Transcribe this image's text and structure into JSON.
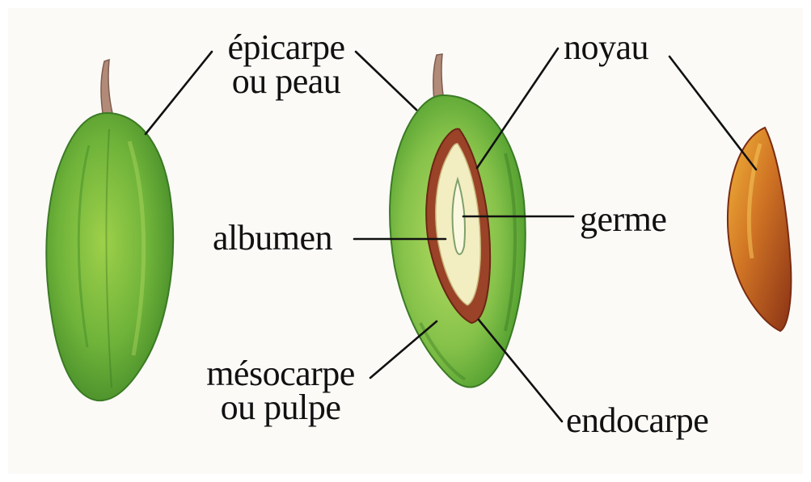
{
  "colors": {
    "background": "#fbfaf7",
    "fruit_green": "#4d9a2a",
    "fruit_light_green": "#9ed04a",
    "stem": "#b28a78",
    "endocarp_brown": "#8a3a22",
    "albumen_cream": "#f2eec2",
    "pit_orange": "#c9641e",
    "leader_line": "#111111"
  },
  "labels": {
    "epicarpe_line1": "épicarpe",
    "epicarpe_line2": "ou peau",
    "noyau": "noyau",
    "albumen": "albumen",
    "germe": "germe",
    "mesocarpe_line1": "mésocarpe",
    "mesocarpe_line2": "ou pulpe",
    "endocarpe": "endocarpe"
  }
}
